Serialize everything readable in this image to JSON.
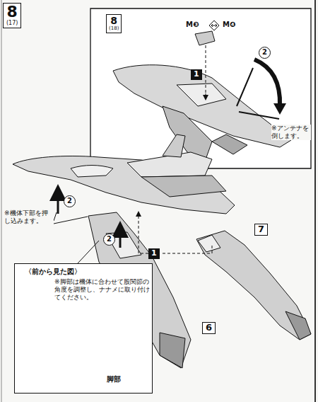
{
  "diagram": {
    "nodes": [
      {
        "text": [
          "8",
          "(17)"
        ]
      },
      {
        "text": [
          "8",
          "(18)"
        ]
      },
      {
        "text": [
          "〈前から見た図〉",
          "※脚部は機体に合わせて股関節の角度を調整し、ナナメに取り付けてください。"
        ]
      }
    ],
    "labels": [
      "M❸",
      "M❹",
      "1",
      "2",
      "※アンテナを倒します。",
      "※機体下部を押し込みます。",
      "2",
      "2",
      "1",
      "7",
      "6",
      "脚部"
    ]
  }
}
